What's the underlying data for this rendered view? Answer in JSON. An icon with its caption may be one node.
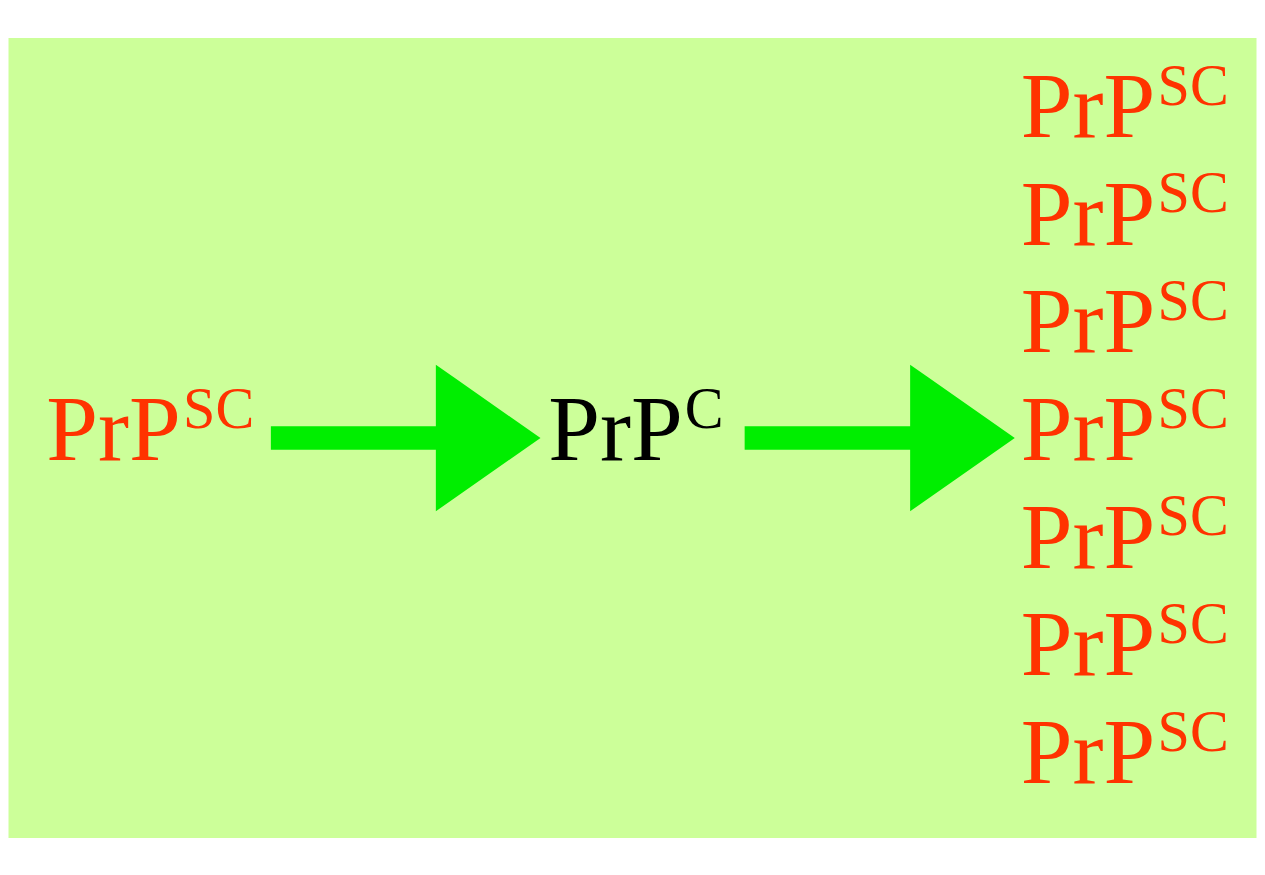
{
  "diagram": {
    "nodes": [
      {
        "text": [
          "PrP$^{SC}$"
        ]
      },
      {
        "text": [
          "PrP$^{C}$"
        ]
      },
      {
        "text": [
          "PrP$^{SC}$",
          "PrP$^{SC}$",
          "PrP$^{SC}$",
          "PrP$^{SC}$",
          "PrP$^{SC}$",
          "PrP$^{SC}$",
          "PrP$^{SC}$"
        ]
      }
    ],
    "edges": [
      {
        "from": 0,
        "to": 1,
        "arrow": "to"
      },
      {
        "from": 1,
        "to": 2,
        "arrow": "to"
      }
    ]
  }
}
